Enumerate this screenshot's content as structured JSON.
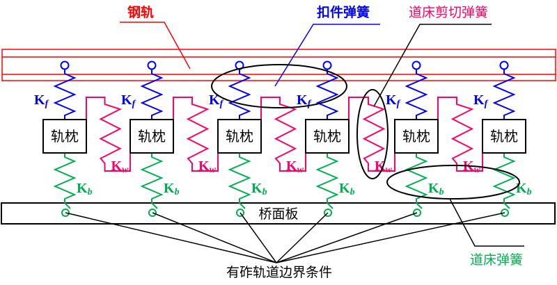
{
  "colors": {
    "rail": "#ff0000",
    "fastener": "#0000ff",
    "shear": "#ff0066",
    "ballast": "#00b050",
    "structure": "#000000"
  },
  "labels": {
    "rail": "钢轨",
    "fastener_spring": "扣件弹簧",
    "ballast_shear_spring": "道床剪切弹簧",
    "ballast_spring": "道床弹簧",
    "bridge_deck": "桥面板",
    "boundary": "有砟轨道边界条件",
    "sleeper": "轨枕"
  },
  "symbols": {
    "kf": {
      "base": "K",
      "sub": "f"
    },
    "kw": {
      "base": "K",
      "sub": "w"
    },
    "kb": {
      "base": "K",
      "sub": "b"
    }
  },
  "sleepers": [
    {
      "label": "轨枕"
    },
    {
      "label": "轨枕"
    },
    {
      "label": "轨枕"
    },
    {
      "label": "轨枕"
    },
    {
      "label": "轨枕"
    },
    {
      "label": "轨枕"
    }
  ],
  "shear_springs_count": 5
}
